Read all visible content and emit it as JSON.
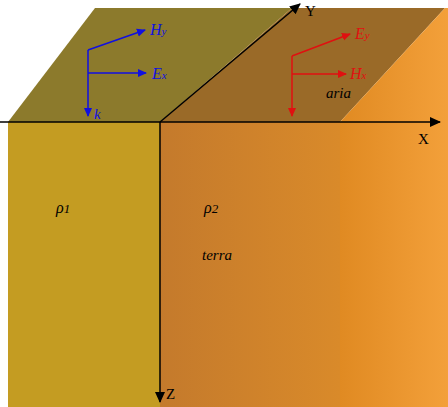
{
  "diagram": {
    "nodes": [
      {
        "text": [
          "ρ1"
        ]
      },
      {
        "text": [
          "ρ2",
          "terra"
        ]
      }
    ],
    "labels": [
      "Hy",
      "Ex",
      "k",
      "Ey",
      "Hx",
      "aria",
      "Y",
      "X",
      "Z"
    ]
  }
}
